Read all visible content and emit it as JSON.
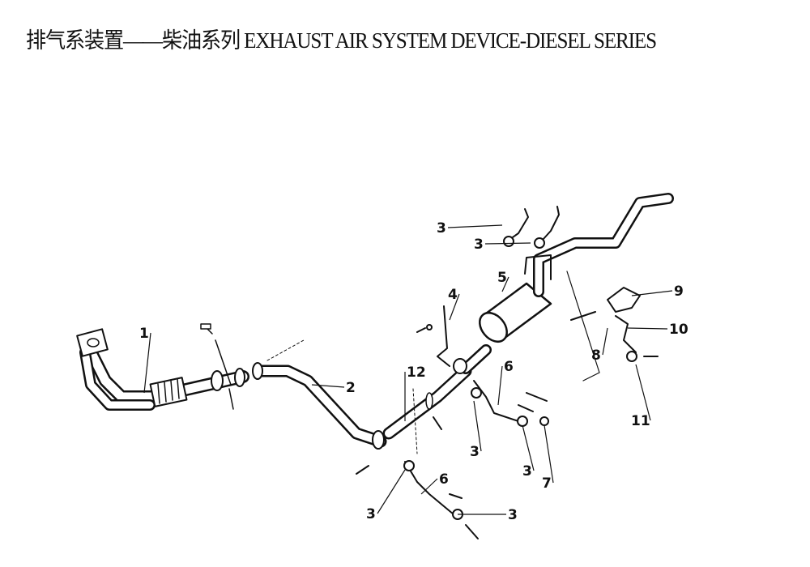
{
  "title": "排气系装置——柴油系列 EXHAUST AIR SYSTEM DEVICE-DIESEL SERIES",
  "callouts": [
    "3",
    "3",
    "5",
    "4",
    "9",
    "10",
    "8",
    "6",
    "12",
    "2",
    "1",
    "11",
    "3",
    "3",
    "7",
    "6",
    "3",
    "3"
  ]
}
